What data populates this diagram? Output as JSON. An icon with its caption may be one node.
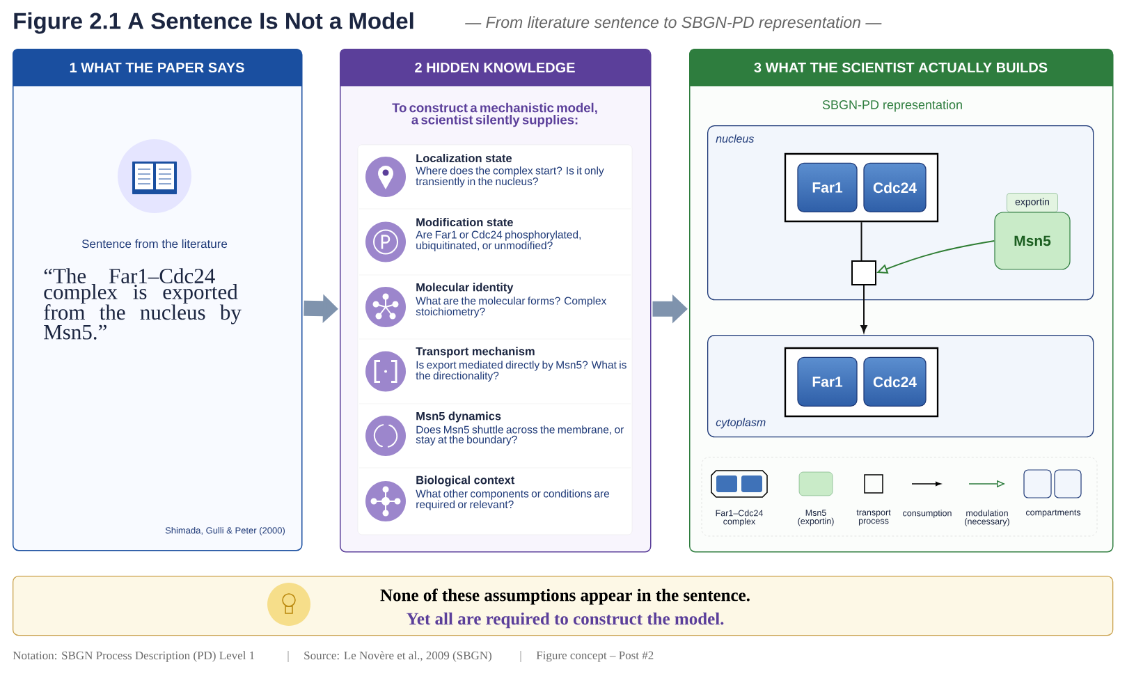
{
  "diagram": {
    "title": "Figure 2.1 A Sentence Is Not a Model",
    "nodes": [
      {
        "text": [
          "1 WHAT THE PAPER SAYS",
          "Sentence from the literature",
          "“The Far1–Cdc24 complex is exported from the nucleus by Msn5.”",
          "Shimada, Gulli & Peter (2000)"
        ]
      },
      {
        "text": [
          "2 HIDDEN KNOWLEDGE",
          "To construct a mechanistic model, a scientist silently supplies:"
        ]
      },
      {
        "text": [
          "Localization state",
          "Where does the complex start? Is it only transiently in the nucleus?"
        ],
        "in": 1
      },
      {
        "text": [
          "Modification state",
          "Are Far1 or Cdc24 phosphorylated, ubiquitinated, or unmodified?"
        ],
        "in": 1
      },
      {
        "text": [
          "Molecular identity",
          "What are the molecular forms? Complex stoichiometry?"
        ],
        "in": 1
      },
      {
        "text": [
          "Transport mechanism",
          "Is export mediated directly by Msn5? What is the directionality?"
        ],
        "in": 1
      },
      {
        "text": [
          "Msn5 dynamics",
          "Does Msn5 shuttle across the membrane, or stay at the boundary?"
        ],
        "in": 1
      },
      {
        "text": [
          "Biological context",
          "What other components or conditions are required or relevant?"
        ],
        "in": 1
      },
      {
        "text": [
          "3 WHAT THE SCIENTIST ACTUALLY BUILDS",
          "SBGN-PD representation"
        ]
      },
      {
        "text": [
          "nucleus"
        ],
        "in": 8
      },
      {
        "text": [],
        "shape": "octagon",
        "in": 9
      },
      {
        "text": [
          "Far1"
        ],
        "in": 10
      },
      {
        "text": [
          "Cdc24"
        ],
        "in": 10
      },
      {
        "text": [],
        "shape": "box",
        "in": 9
      },
      {
        "text": [
          "exportin",
          "Msn5"
        ],
        "in": 9
      },
      {
        "text": [
          "cytoplasm"
        ],
        "in": 8
      },
      {
        "text": [],
        "shape": "octagon",
        "in": 15
      },
      {
        "text": [
          "Far1"
        ],
        "in": 16
      },
      {
        "text": [
          "Cdc24"
        ],
        "in": 16
      },
      {
        "text": [
          "None of these assumptions appear in the sentence.",
          "Yet all are required to construct the model."
        ]
      }
    ],
    "edges": [
      {
        "from": 0,
        "to": 1,
        "arrow": "to",
        "style": "thick",
        "color": "#7f93ad"
      },
      {
        "from": 1,
        "to": 8,
        "arrow": "to",
        "style": "thick",
        "color": "#7f93ad"
      },
      {
        "from": 10,
        "to": 13,
        "arrow": "none",
        "color": "#111111"
      },
      {
        "from": 13,
        "to": 15,
        "arrow": "to",
        "color": "#111111"
      },
      {
        "from": 14,
        "to": 13,
        "arrow": "to",
        "color": "#2e7d32"
      }
    ],
    "labels": [
      "— From literature sentence to SBGN-PD representation —",
      "Notation: SBGN Process Description (PD) Level 1",
      "Source: Le Novère et al., 2009 (SBGN)",
      "Figure concept – Post #2"
    ],
    "legend": [
      {
        "text": "Far1–Cdc24 complex"
      },
      {
        "text": "Msn5 (exportin)"
      },
      {
        "text": "transport process"
      },
      {
        "text": "consumption"
      },
      {
        "text": "modulation (necessary)"
      },
      {
        "text": "compartments"
      }
    ]
  }
}
